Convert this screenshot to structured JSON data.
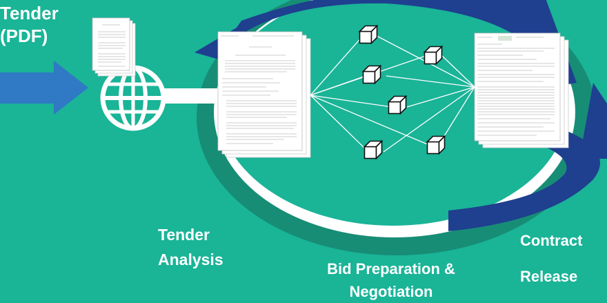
{
  "colors": {
    "background": "#1ab497",
    "dark_teal": "#1a8a73",
    "navy": "#1f3f8f",
    "arrow_blue": "#2f79c5",
    "white": "#ffffff"
  },
  "labels": {
    "tender_line1": "Tender",
    "tender_line2": "(PDF)",
    "analysis_line1": "Tender",
    "analysis_line2": "Analysis",
    "bid_line1": "Bid Preparation &",
    "bid_line2": "Negotiation",
    "contract_line1": "Contract",
    "contract_line2": "Release"
  },
  "icons": {
    "globe": "globe-icon",
    "cube": "cube-icon",
    "document": "document-icon"
  }
}
